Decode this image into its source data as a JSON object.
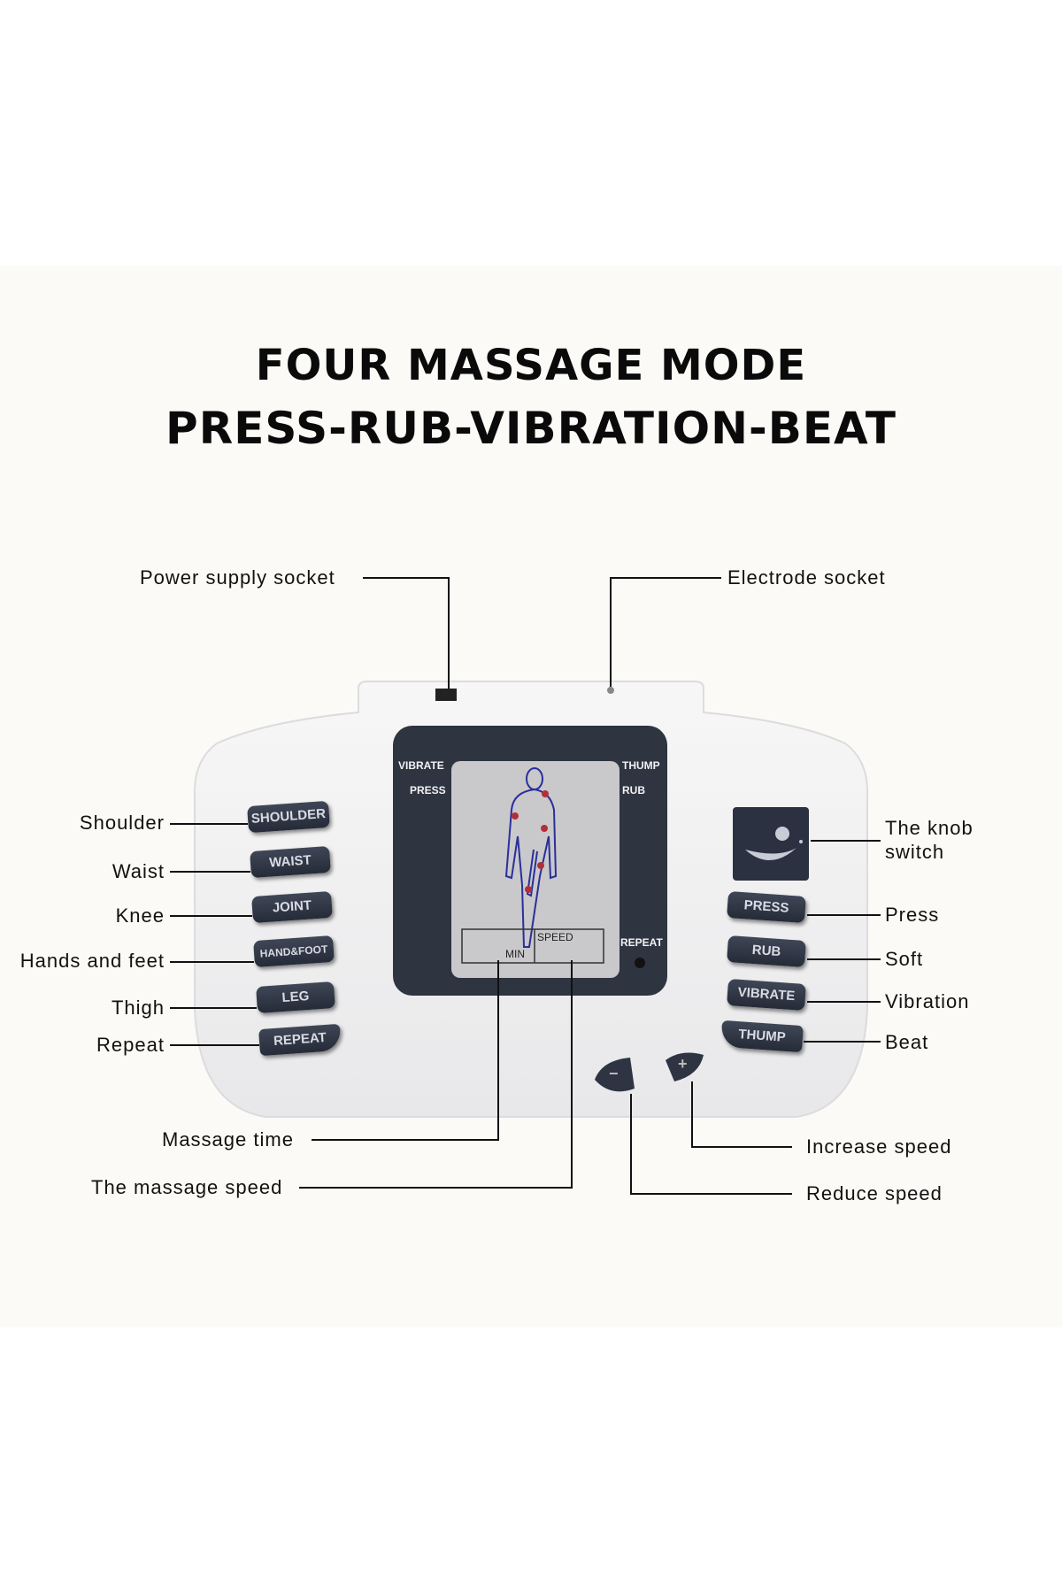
{
  "title": {
    "line1": "FOUR MASSAGE MODE",
    "line2": "PRESS-RUB-VIBRATION-BEAT"
  },
  "callouts": {
    "power_supply_socket": "Power supply socket",
    "electrode_socket": "Electrode socket",
    "shoulder": "Shoulder",
    "waist": "Waist",
    "knee": "Knee",
    "hands_and_feet": "Hands and feet",
    "thigh": "Thigh",
    "repeat": "Repeat",
    "knob_switch_line1": "The knob",
    "knob_switch_line2": "switch",
    "press": "Press",
    "soft": "Soft",
    "vibration": "Vibration",
    "beat": "Beat",
    "massage_time": "Massage time",
    "massage_speed": "The massage speed",
    "increase_speed": "Increase speed",
    "reduce_speed": "Reduce speed"
  },
  "device": {
    "left_buttons": [
      "SHOULDER",
      "WAIST",
      "JOINT",
      "HAND&FOOT",
      "LEG",
      "REPEAT"
    ],
    "right_buttons": [
      "PRESS",
      "RUB",
      "VIBRATE",
      "THUMP"
    ],
    "minus_button": "−",
    "plus_button": "+",
    "screen": {
      "vibrate": "VIBRATE",
      "press": "PRESS",
      "thump": "THUMP",
      "rub": "RUB",
      "repeat": "REPEAT",
      "speed": "SPEED",
      "min": "MIN"
    }
  },
  "colors": {
    "button": "#2e3442",
    "screen_bezel": "#2f3441",
    "lcd": "#c9c8cb",
    "figure": "#2a2f9a",
    "dots": "#b0303a"
  }
}
